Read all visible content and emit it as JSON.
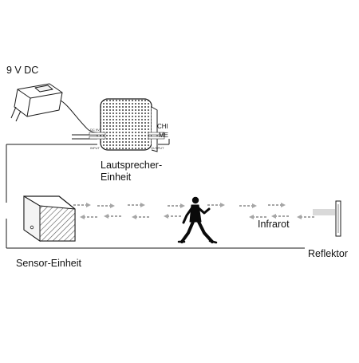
{
  "labels": {
    "power": "9 V DC",
    "speaker_line1": "Lautsprecher-",
    "speaker_line2": "Einheit",
    "infrared": "Infrarot",
    "reflector": "Reflektor",
    "sensor": "Sensor-Einheit"
  },
  "speaker_panel": {
    "chime_line1": "CHI",
    "chime_line2": "ME",
    "port_left": "DC 9V",
    "port_left_label": "INPUT",
    "port_right_label": "OUTPUT"
  },
  "colors": {
    "line": "#1a1a1a",
    "beam_arrow": "#a6a6a6",
    "person": "#0a0a0a",
    "sensor_face": "#f4f4f4"
  },
  "icons": {
    "power_adapter": "power-adapter-icon",
    "speaker": "speaker-grille-icon",
    "sensor": "sensor-unit-icon",
    "person": "walking-person-icon",
    "reflector": "reflector-icon"
  }
}
